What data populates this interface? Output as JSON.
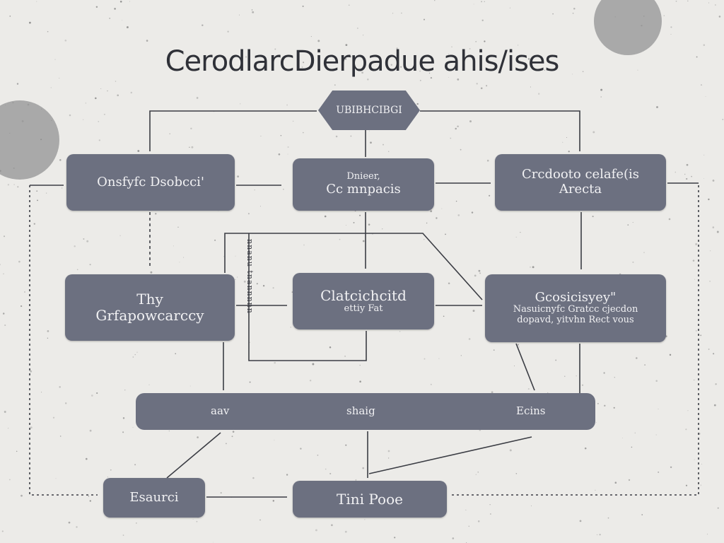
{
  "title": "CerodlarcDierpadue ahis/ises",
  "colors": {
    "node": "#6c7080",
    "line": "#3b3d44",
    "circle": "#a9a9a9",
    "background": "#ecebe8"
  },
  "nodes": {
    "top_hex": "UBIBHCIBGI",
    "r1_left": "Onsfyfc Dsobcci'",
    "r1_mid_a": "Dnieer,",
    "r1_mid_b": "Cc mnpacis",
    "r1_right_a": "Crcdooto  celafe(is",
    "r1_right_b": "Arecta",
    "r2_left_a": "Thy",
    "r2_left_b": "Grfapowcarccy",
    "r2_mid_a": "Clatcichcitd",
    "r2_mid_b": "ettiy Fat",
    "r2_right_a": "Gcosicisyey\"",
    "r2_right_b": "Nasuicnyfc Gratcc cjecdon",
    "r2_right_c": "dopavd, yitvhn Rect vous",
    "bar_left": "aav",
    "bar_mid": "shaig",
    "bar_right": "Ecins",
    "bottom_left": "Esaurci",
    "bottom_mid": "Tini Pooe"
  },
  "side_text": "nnanu tnannnnn"
}
